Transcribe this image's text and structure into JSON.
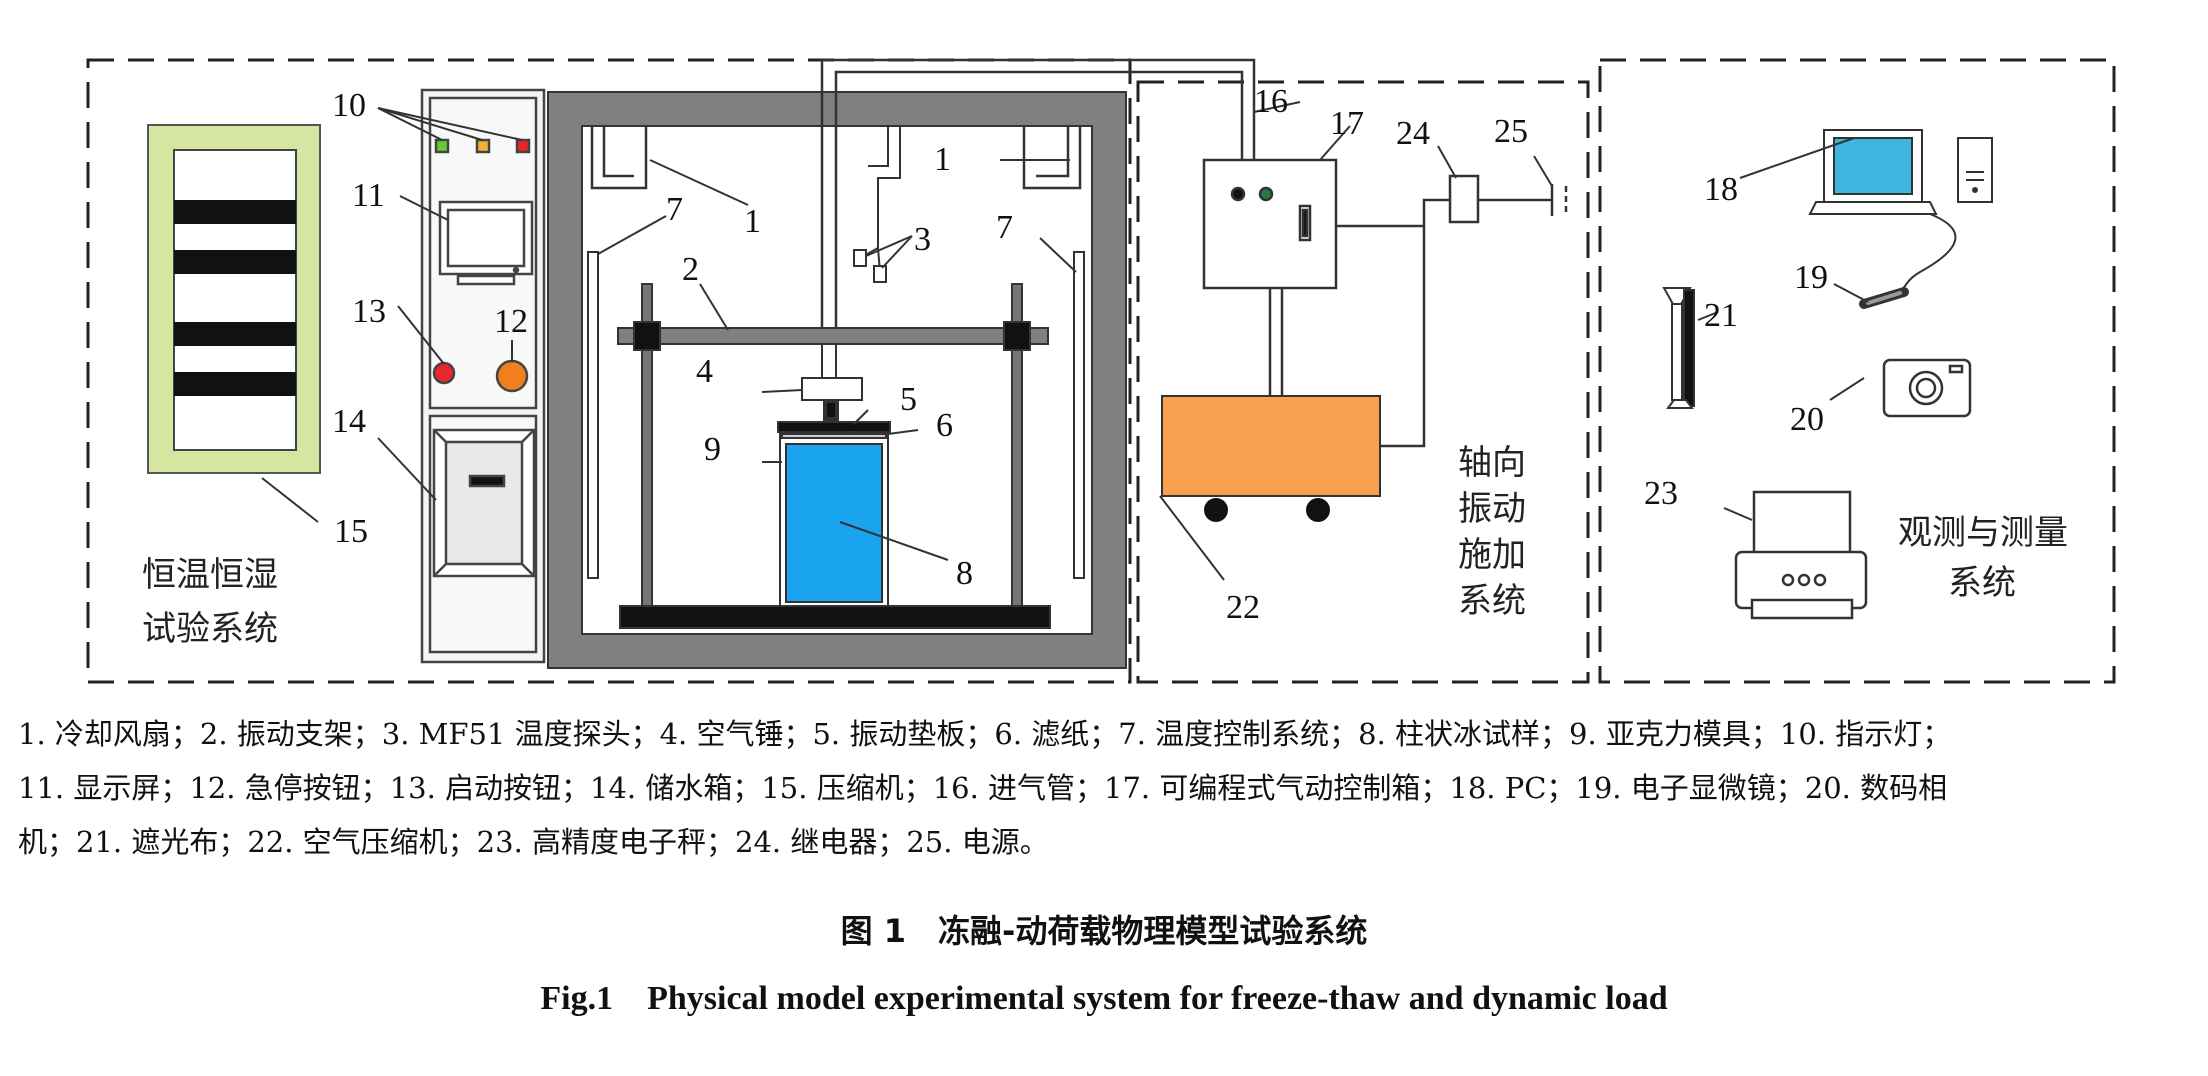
{
  "labels": {
    "n1a": "1",
    "n1b": "1",
    "n2": "2",
    "n3": "3",
    "n4": "4",
    "n5": "5",
    "n6": "6",
    "n7a": "7",
    "n7b": "7",
    "n8": "8",
    "n9": "9",
    "n10": "10",
    "n11": "11",
    "n12": "12",
    "n13": "13",
    "n14": "14",
    "n15": "15",
    "n16": "16",
    "n17": "17",
    "n18": "18",
    "n19": "19",
    "n20": "20",
    "n21": "21",
    "n22": "22",
    "n23": "23",
    "n24": "24",
    "n25": "25"
  },
  "systems": {
    "climate_line1": "恒温恒湿",
    "climate_line2": "试验系统",
    "vibration_line1": "轴向",
    "vibration_line2": "振动",
    "vibration_line3": "施加",
    "vibration_line4": "系统",
    "observe_line1": "观测与测量",
    "observe_line2": "系统"
  },
  "legend": {
    "line1": "1. 冷却风扇；2. 振动支架；3. MF51 温度探头；4. 空气锤；5. 振动垫板；6. 滤纸；7. 温度控制系统；8. 柱状冰试样；9. 亚克力模具；10. 指示灯；",
    "line2": "11. 显示屏；12. 急停按钮；13. 启动按钮；14. 储水箱；15. 压缩机；16. 进气管；17. 可编程式气动控制箱；18. PC；19. 电子显微镜；20. 数码相",
    "line3": "机；21. 遮光布；22. 空气压缩机；23. 高精度电子秤；24. 继电器；25. 电源。"
  },
  "caption": {
    "cn": "图 1　冻融-动荷载物理模型试验系统",
    "en": "Fig.1　Physical model experimental system for freeze-thaw and dynamic load"
  },
  "colors": {
    "compressor_frame": "#d4e6a0",
    "indicator_green": "#66cc33",
    "indicator_yellow": "#f2b233",
    "indicator_red": "#e8262b",
    "button_red": "#e8262b",
    "button_orange": "#f07f1e",
    "chamber_wall": "#808080",
    "ice_sample": "#1aa3ef",
    "air_compressor": "#f8a050",
    "laptop_screen": "#3fb6df"
  }
}
